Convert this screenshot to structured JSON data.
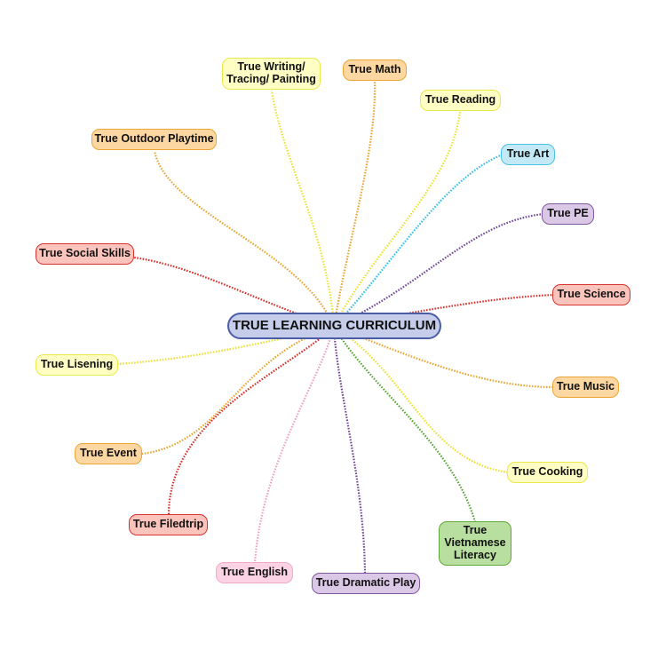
{
  "palette": {
    "yellow": {
      "fill": "#fdfdc4",
      "stroke": "#ebe84a",
      "line": "#ebe239"
    },
    "orange": {
      "fill": "#fdd7a2",
      "stroke": "#eca537",
      "line": "#e9a634"
    },
    "red": {
      "fill": "#fac3bb",
      "stroke": "#d8342f",
      "line": "#d8322d"
    },
    "purple": {
      "fill": "#dbc7e6",
      "stroke": "#83599f",
      "line": "#6e4798"
    },
    "blue": {
      "fill": "#c3e9f6",
      "stroke": "#48c1e6",
      "line": "#3cbde4"
    },
    "pink": {
      "fill": "#fbd3e4",
      "stroke": "#f2a9c8",
      "line": "#efa2c2"
    },
    "green": {
      "fill": "#b9dfa0",
      "stroke": "#5ea93a",
      "line": "#5aa43a"
    },
    "center": {
      "fill": "#c5cdea",
      "stroke": "#4b5da6"
    }
  },
  "center": {
    "label": "TRUE LEARNING CURRICULUM",
    "color": "center"
  },
  "nodes": [
    {
      "id": "writing",
      "label": "True Writing/\nTracing/ Painting",
      "color": "yellow"
    },
    {
      "id": "math",
      "label": "True Math",
      "color": "orange"
    },
    {
      "id": "reading",
      "label": "True Reading",
      "color": "yellow"
    },
    {
      "id": "outdoor",
      "label": "True Outdoor Playtime",
      "color": "orange"
    },
    {
      "id": "art",
      "label": "True Art",
      "color": "blue"
    },
    {
      "id": "pe",
      "label": "True PE",
      "color": "purple"
    },
    {
      "id": "social",
      "label": "True Social Skills",
      "color": "red"
    },
    {
      "id": "science",
      "label": "True Science",
      "color": "red"
    },
    {
      "id": "listening",
      "label": "True Lisening",
      "color": "yellow"
    },
    {
      "id": "music",
      "label": "True Music",
      "color": "orange"
    },
    {
      "id": "event",
      "label": "True Event",
      "color": "orange"
    },
    {
      "id": "cooking",
      "label": "True Cooking",
      "color": "yellow"
    },
    {
      "id": "fieldtrip",
      "label": "True Filedtrip",
      "color": "red"
    },
    {
      "id": "literacy",
      "label": "True\nVietnamese\nLiteracy",
      "color": "green"
    },
    {
      "id": "english",
      "label": "True English",
      "color": "pink"
    },
    {
      "id": "dramatic",
      "label": "True Dramatic Play",
      "color": "purple"
    }
  ]
}
